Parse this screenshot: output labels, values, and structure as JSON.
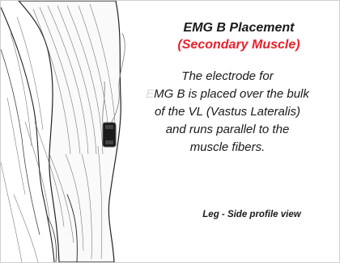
{
  "panel": {
    "title": "EMG B Placement",
    "subtitle": "(Secondary Muscle)",
    "description_lines": [
      "The electrode for",
      "MG B is placed over the bulk",
      "of the VL (Vastus Lateralis)",
      "and runs parallel to the",
      "muscle fibers."
    ],
    "description_faded_prefix": "E",
    "caption": "Leg - Side profile view"
  },
  "colors": {
    "title": "#1a1a1a",
    "subtitle": "#e8212c",
    "electrode": "#1a1a1a"
  },
  "icons": {
    "leg": "leg-muscle-illustration",
    "electrode": "emg-electrode-icon"
  }
}
